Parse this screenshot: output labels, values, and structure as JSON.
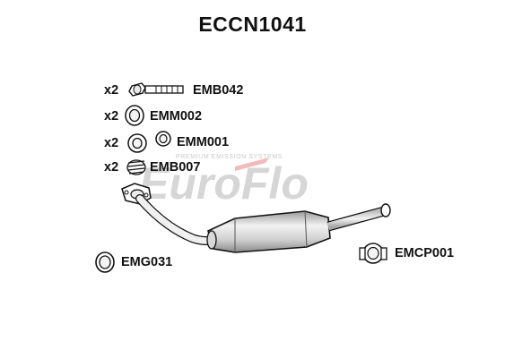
{
  "title": "ECCN1041",
  "watermark": {
    "brand": "EuroFlo",
    "tagline": "PREMIUM EMISSION SYSTEMS",
    "colors": {
      "main": "#d2d2d2",
      "accent": "#f2b7b7"
    }
  },
  "parts": [
    {
      "qty": "x2",
      "code": "EMB042",
      "icon": "bolt-icon"
    },
    {
      "qty": "x2",
      "code": "EMM002",
      "icon": "mounting-rubber-icon"
    },
    {
      "qty": "x2",
      "code": "EMM001",
      "icon": "rubber-mount-pair-icon"
    },
    {
      "qty": "x2",
      "code": "EMB007",
      "icon": "spring-icon"
    },
    {
      "qty": "",
      "code": "EMG031",
      "icon": "gasket-ring-icon"
    },
    {
      "qty": "",
      "code": "EMCP001",
      "icon": "clamp-icon"
    }
  ],
  "main_part": {
    "name": "catalytic-converter-pipe",
    "icon": "catalytic-converter-icon"
  }
}
